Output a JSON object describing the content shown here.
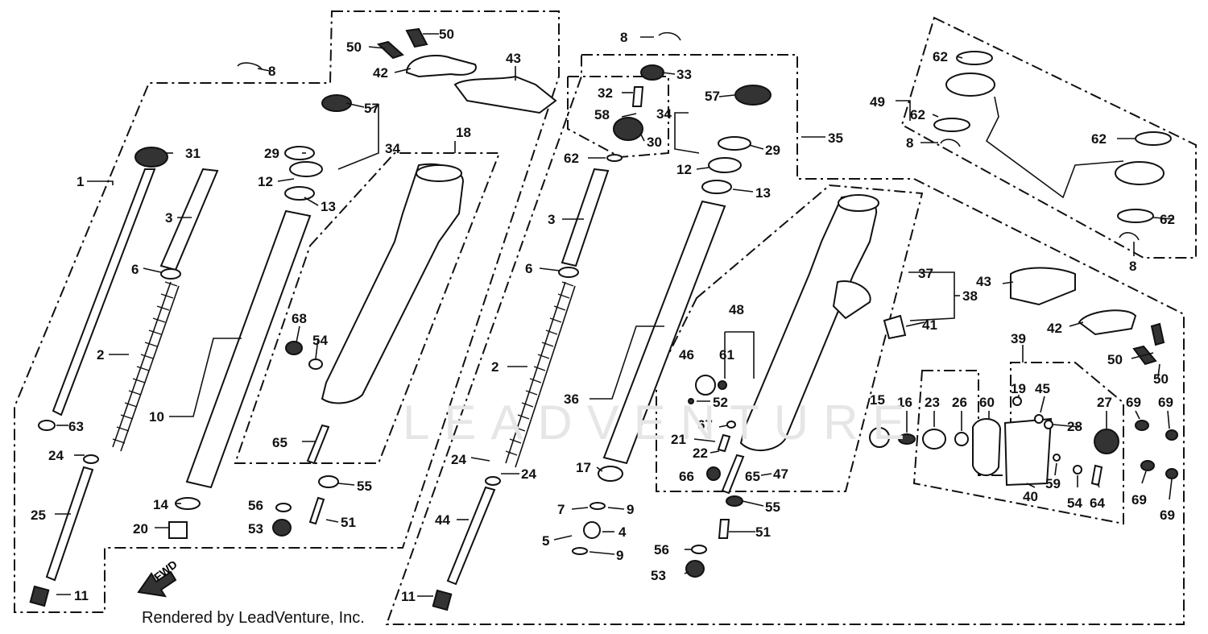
{
  "footer": "Rendered by LeadVenture, Inc.",
  "watermark": "LEADVENTURE",
  "direction_label": "FWD",
  "callouts": {
    "l8_top": "8",
    "l50a": "50",
    "l50b": "50",
    "l42": "42",
    "l43": "43",
    "l57": "57",
    "l34": "34",
    "l31": "31",
    "l29": "29",
    "l12": "12",
    "l13": "13",
    "l18": "18",
    "l1": "1",
    "l3": "3",
    "l6": "6",
    "l2": "2",
    "l68": "68",
    "l54": "54",
    "l10": "10",
    "l63": "63",
    "l24": "24",
    "l25": "25",
    "l65": "65",
    "l14": "14",
    "l20": "20",
    "l55": "55",
    "l56": "56",
    "l53": "53",
    "l51": "51",
    "l11": "11",
    "r8_top": "8",
    "r33": "33",
    "r32": "32",
    "r58": "58",
    "r30": "30",
    "r57": "57",
    "r34": "34",
    "r29": "29",
    "r35": "35",
    "r62": "62",
    "r12": "12",
    "r13": "13",
    "r3": "3",
    "r6": "6",
    "r2": "2",
    "r36": "36",
    "r17": "17",
    "r24a": "24",
    "r24b": "24",
    "r44": "44",
    "r7": "7",
    "r9a": "9",
    "r4": "4",
    "r5": "5",
    "r9b": "9",
    "r11": "11",
    "r48": "48",
    "r46": "46",
    "r61": "61",
    "r52": "52",
    "r67": "67",
    "r21": "21",
    "r22": "22",
    "r66": "66",
    "r65": "65",
    "r47": "47",
    "r55": "55",
    "r51": "51",
    "r56": "56",
    "r53": "53",
    "r37": "37",
    "r38": "38",
    "r43": "43",
    "r41": "41",
    "r42": "42",
    "r50a": "50",
    "r50b": "50",
    "r39": "39",
    "p62a": "62",
    "p49": "49",
    "p62b": "62",
    "p8a": "8",
    "p62c": "62",
    "p62d": "62",
    "p8b": "8",
    "b15": "15",
    "b16": "16",
    "b23": "23",
    "b26": "26",
    "b60": "60",
    "b19": "19",
    "b45": "45",
    "b28": "28",
    "b27": "27",
    "b69a": "69",
    "b69b": "69",
    "b59": "59",
    "b54": "54",
    "b64": "64",
    "b40": "40",
    "b69c": "69",
    "b69d": "69"
  }
}
